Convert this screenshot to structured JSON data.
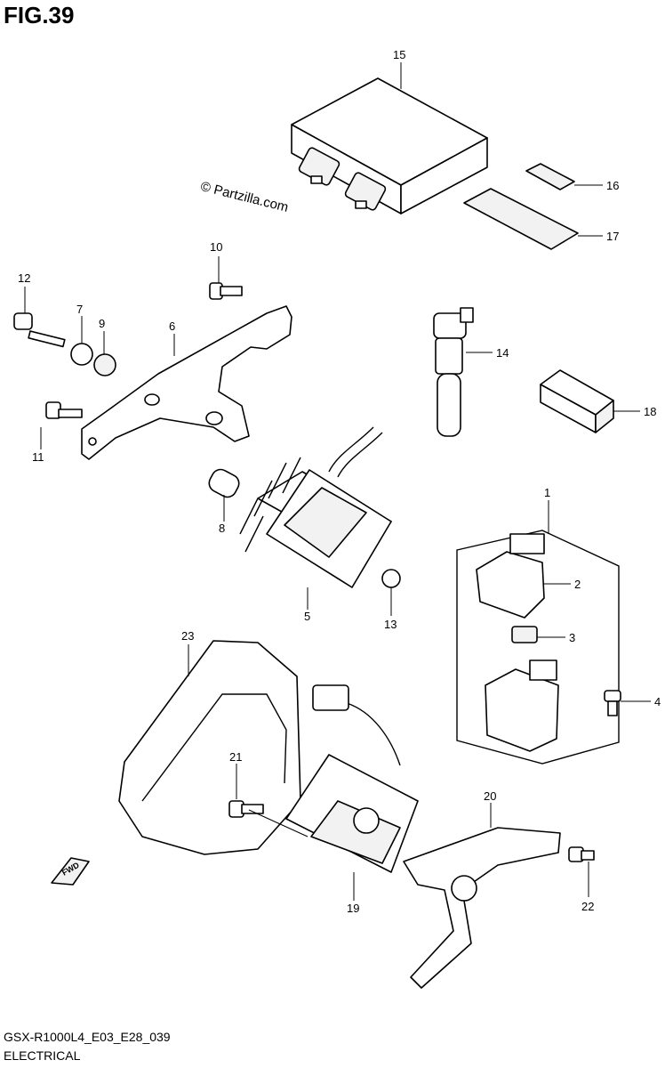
{
  "page": {
    "title": "FIG.39",
    "model_code": "GSX-R1000L4_E03_E28_039",
    "section_name": "ELECTRICAL",
    "watermark": "© Partzilla.com"
  },
  "callouts": [
    "1",
    "2",
    "3",
    "4",
    "5",
    "6",
    "7",
    "8",
    "9",
    "10",
    "11",
    "12",
    "13",
    "14",
    "15",
    "16",
    "17",
    "18",
    "19",
    "20",
    "21",
    "22",
    "23"
  ],
  "direction_badge": "FWD"
}
